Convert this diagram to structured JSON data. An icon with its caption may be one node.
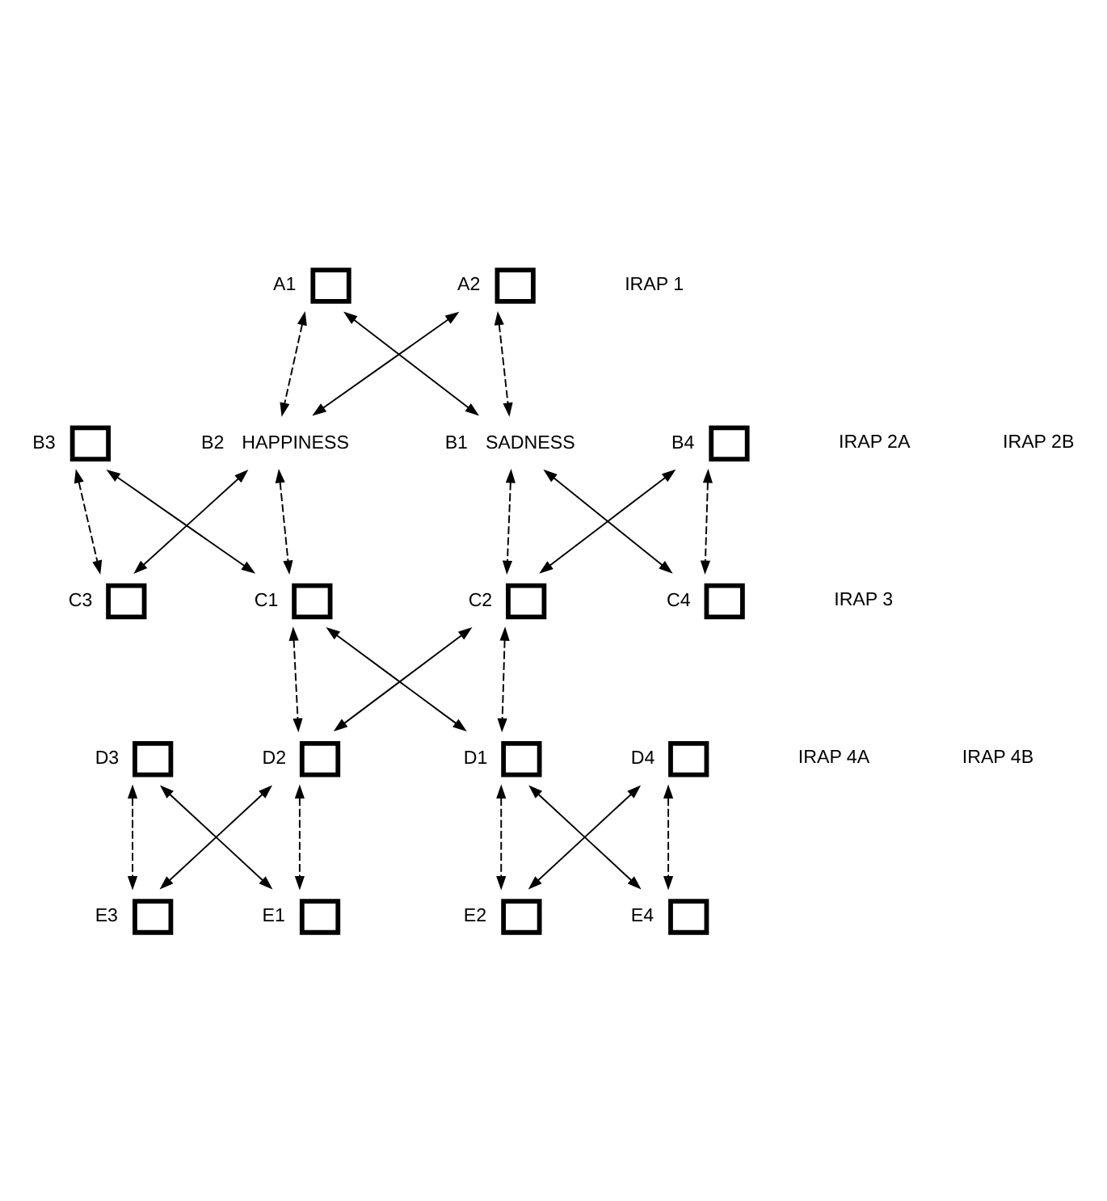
{
  "diagram": {
    "nodes": [
      {
        "text": [],
        "shape": "symbol",
        "beside": [
          "A1"
        ]
      },
      {
        "text": [],
        "shape": "symbol",
        "beside": [
          "A2"
        ]
      },
      {
        "text": [],
        "shape": "symbol",
        "beside": [
          "B3"
        ]
      },
      {
        "text": [
          "HAPPINESS"
        ],
        "beside": [
          "B2"
        ]
      },
      {
        "text": [
          "SADNESS"
        ],
        "beside": [
          "B1"
        ]
      },
      {
        "text": [],
        "shape": "symbol",
        "beside": [
          "B4"
        ]
      },
      {
        "text": [],
        "shape": "symbol",
        "beside": [
          "C3"
        ]
      },
      {
        "text": [],
        "shape": "symbol",
        "beside": [
          "C1"
        ]
      },
      {
        "text": [],
        "shape": "symbol",
        "beside": [
          "C2"
        ]
      },
      {
        "text": [],
        "shape": "symbol",
        "beside": [
          "C4"
        ]
      },
      {
        "text": [],
        "shape": "symbol",
        "beside": [
          "D3"
        ]
      },
      {
        "text": [],
        "shape": "symbol",
        "beside": [
          "D2"
        ]
      },
      {
        "text": [],
        "shape": "symbol",
        "beside": [
          "D1"
        ]
      },
      {
        "text": [],
        "shape": "symbol",
        "beside": [
          "D4"
        ]
      },
      {
        "text": [],
        "shape": "symbol",
        "beside": [
          "E3"
        ]
      },
      {
        "text": [],
        "shape": "symbol",
        "beside": [
          "E1"
        ]
      },
      {
        "text": [],
        "shape": "symbol",
        "beside": [
          "E2"
        ]
      },
      {
        "text": [],
        "shape": "symbol",
        "beside": [
          "E4"
        ]
      }
    ],
    "edges": [
      {
        "from": 0,
        "to": 3,
        "arrow": "both",
        "style": "dashed"
      },
      {
        "from": 0,
        "to": 4,
        "arrow": "both"
      },
      {
        "from": 1,
        "to": 3,
        "arrow": "both"
      },
      {
        "from": 1,
        "to": 4,
        "arrow": "both",
        "style": "dashed"
      },
      {
        "from": 2,
        "to": 6,
        "arrow": "both",
        "style": "dashed"
      },
      {
        "from": 2,
        "to": 7,
        "arrow": "both"
      },
      {
        "from": 3,
        "to": 6,
        "arrow": "both"
      },
      {
        "from": 3,
        "to": 7,
        "arrow": "both",
        "style": "dashed"
      },
      {
        "from": 4,
        "to": 8,
        "arrow": "both",
        "style": "dashed"
      },
      {
        "from": 4,
        "to": 9,
        "arrow": "both"
      },
      {
        "from": 5,
        "to": 8,
        "arrow": "both"
      },
      {
        "from": 5,
        "to": 9,
        "arrow": "both",
        "style": "dashed"
      },
      {
        "from": 7,
        "to": 11,
        "arrow": "both",
        "style": "dashed"
      },
      {
        "from": 7,
        "to": 12,
        "arrow": "both"
      },
      {
        "from": 8,
        "to": 11,
        "arrow": "both"
      },
      {
        "from": 8,
        "to": 12,
        "arrow": "both",
        "style": "dashed"
      },
      {
        "from": 10,
        "to": 14,
        "arrow": "both",
        "style": "dashed"
      },
      {
        "from": 10,
        "to": 15,
        "arrow": "both"
      },
      {
        "from": 11,
        "to": 14,
        "arrow": "both"
      },
      {
        "from": 11,
        "to": 15,
        "arrow": "both",
        "style": "dashed"
      },
      {
        "from": 12,
        "to": 16,
        "arrow": "both",
        "style": "dashed"
      },
      {
        "from": 12,
        "to": 17,
        "arrow": "both"
      },
      {
        "from": 13,
        "to": 16,
        "arrow": "both"
      },
      {
        "from": 13,
        "to": 17,
        "arrow": "both",
        "style": "dashed"
      }
    ],
    "labels": [
      "IRAP 1",
      "IRAP 2A",
      "IRAP 2B",
      "IRAP 3",
      "IRAP 4A",
      "IRAP 4B"
    ]
  }
}
